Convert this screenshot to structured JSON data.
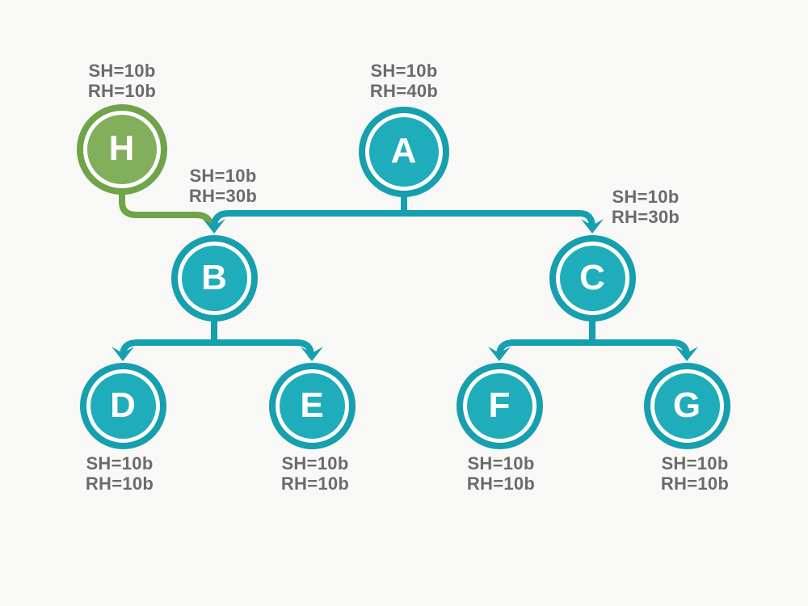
{
  "colors": {
    "teal": {
      "ring": "#169fae",
      "fill": "#1fadbb"
    },
    "green": {
      "ring": "#6fa449",
      "fill": "#81af5b"
    },
    "text": "#6a6b6d",
    "background": "#f8f8f6",
    "node_letter": "#ffffff"
  },
  "nodes": {
    "H": {
      "label": "H",
      "color": "green",
      "sh": "SH=10b",
      "rh": "RH=10b"
    },
    "A": {
      "label": "A",
      "color": "teal",
      "sh": "SH=10b",
      "rh": "RH=40b"
    },
    "B": {
      "label": "B",
      "color": "teal"
    },
    "C": {
      "label": "C",
      "color": "teal"
    },
    "D": {
      "label": "D",
      "color": "teal",
      "sh": "SH=10b",
      "rh": "RH=10b"
    },
    "E": {
      "label": "E",
      "color": "teal",
      "sh": "SH=10b",
      "rh": "RH=10b"
    },
    "F": {
      "label": "F",
      "color": "teal",
      "sh": "SH=10b",
      "rh": "RH=10b"
    },
    "G": {
      "label": "G",
      "color": "teal",
      "sh": "SH=10b",
      "rh": "RH=10b"
    }
  },
  "edges": {
    "to_B": {
      "sh": "SH=10b",
      "rh": "RH=30b"
    },
    "to_C": {
      "sh": "SH=10b",
      "rh": "RH=30b"
    }
  },
  "tree": {
    "edges": [
      {
        "from": "H",
        "to": "B"
      },
      {
        "from": "A",
        "to": "B"
      },
      {
        "from": "A",
        "to": "C"
      },
      {
        "from": "B",
        "to": "D"
      },
      {
        "from": "B",
        "to": "E"
      },
      {
        "from": "C",
        "to": "F"
      },
      {
        "from": "C",
        "to": "G"
      }
    ]
  }
}
